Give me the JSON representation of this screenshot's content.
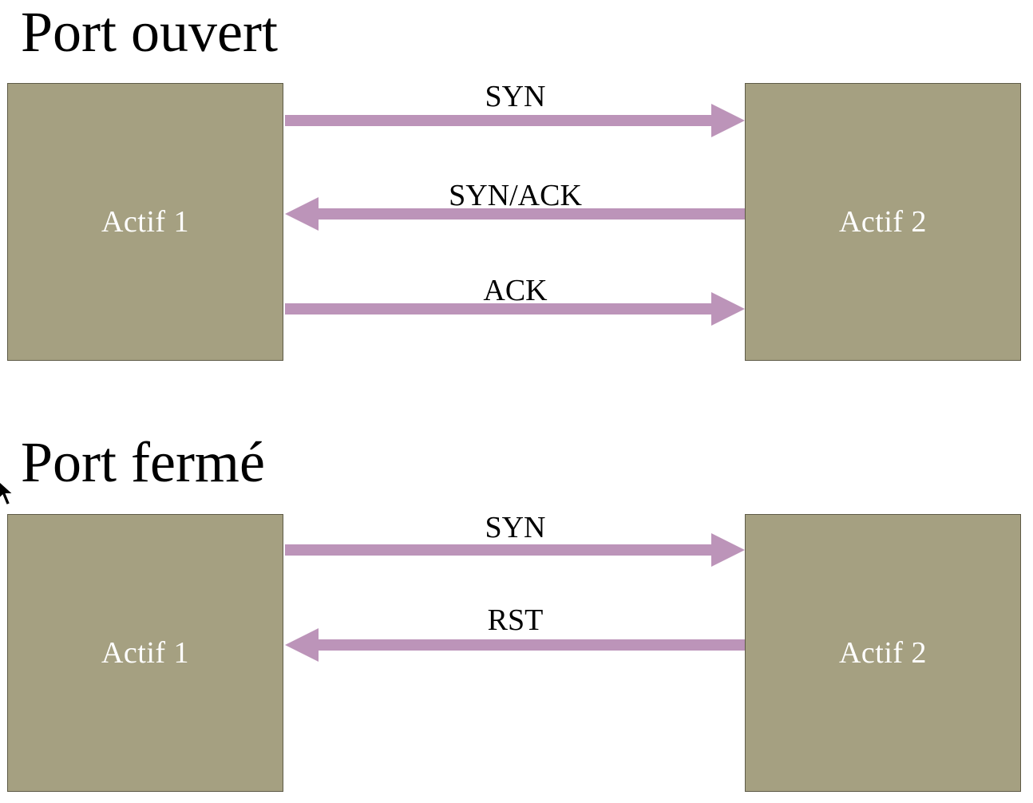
{
  "colors": {
    "node_fill": "#a5a081",
    "node_border": "#5e5b47",
    "arrow": "#bc94b9",
    "node_text": "#ffffff"
  },
  "open_port": {
    "title": "Port ouvert",
    "left_node": "Actif 1",
    "right_node": "Actif 2",
    "messages": [
      {
        "label": "SYN",
        "direction": "right"
      },
      {
        "label": "SYN/ACK",
        "direction": "left"
      },
      {
        "label": "ACK",
        "direction": "right"
      }
    ]
  },
  "closed_port": {
    "title": "Port fermé",
    "left_node": "Actif 1",
    "right_node": "Actif 2",
    "messages": [
      {
        "label": "SYN",
        "direction": "right"
      },
      {
        "label": "RST",
        "direction": "left"
      }
    ]
  }
}
